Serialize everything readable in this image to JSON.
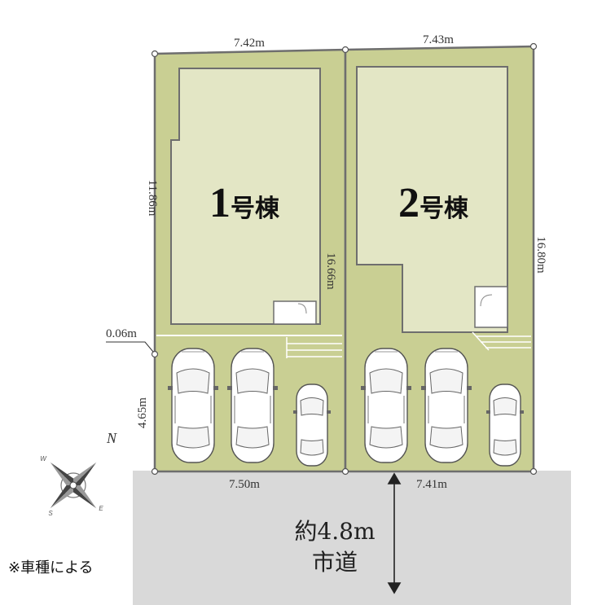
{
  "lots": [
    {
      "building_number": "1",
      "building_suffix": "号棟"
    },
    {
      "building_number": "2",
      "building_suffix": "号棟"
    }
  ],
  "dimensions": {
    "lot1_top": "7.42m",
    "lot2_top": "7.43m",
    "lot1_left": "11.86m",
    "lot1_right": "16.66m",
    "lot2_right": "16.80m",
    "offset": "0.06m",
    "parking_depth": "4.65m",
    "lot1_bottom": "7.50m",
    "lot2_bottom": "7.41m"
  },
  "road": {
    "width_label": "約4.8m",
    "type_label": "市道"
  },
  "compass": {
    "n": "N",
    "e": "E",
    "s": "S",
    "w": "W"
  },
  "note": "※車種による",
  "colors": {
    "lot_fill": "#c9cf93",
    "building_fill": "#e3e6c5",
    "boundary": "#707070",
    "road_fill": "#d9d9d9"
  }
}
